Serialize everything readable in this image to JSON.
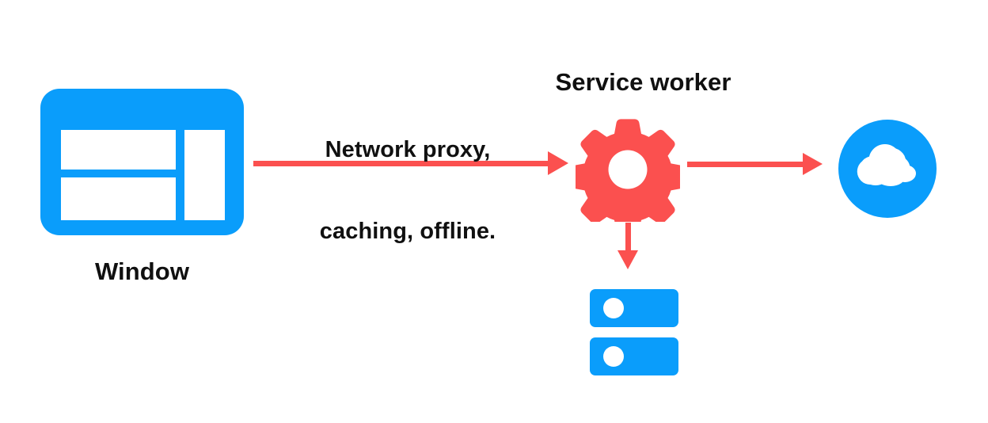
{
  "diagram": {
    "title": "Service worker network proxy diagram",
    "colors": {
      "blue": "#0A9DFB",
      "red": "#FB504F",
      "white": "#FFFFFF",
      "text": "#101010",
      "background": "#FFFFFF"
    },
    "nodes": {
      "window": {
        "label": "Window",
        "icon": "window-icon",
        "color": "#0A9DFB"
      },
      "service_worker": {
        "label": "Service worker",
        "icon": "gear-icon",
        "color": "#FB504F"
      },
      "storage": {
        "label": "",
        "icon": "server-storage-icon",
        "color": "#0A9DFB"
      },
      "cloud": {
        "label": "",
        "icon": "cloud-icon",
        "color": "#0A9DFB"
      }
    },
    "edges": [
      {
        "from": "window",
        "to": "service_worker",
        "label_line_1": "Network proxy,",
        "label_line_2": "caching, offline.",
        "direction": "right",
        "color": "#FB504F"
      },
      {
        "from": "service_worker",
        "to": "cloud",
        "label_line_1": "",
        "label_line_2": "",
        "direction": "right",
        "color": "#FB504F"
      },
      {
        "from": "service_worker",
        "to": "storage",
        "label_line_1": "",
        "label_line_2": "",
        "direction": "down",
        "color": "#FB504F"
      }
    ]
  }
}
